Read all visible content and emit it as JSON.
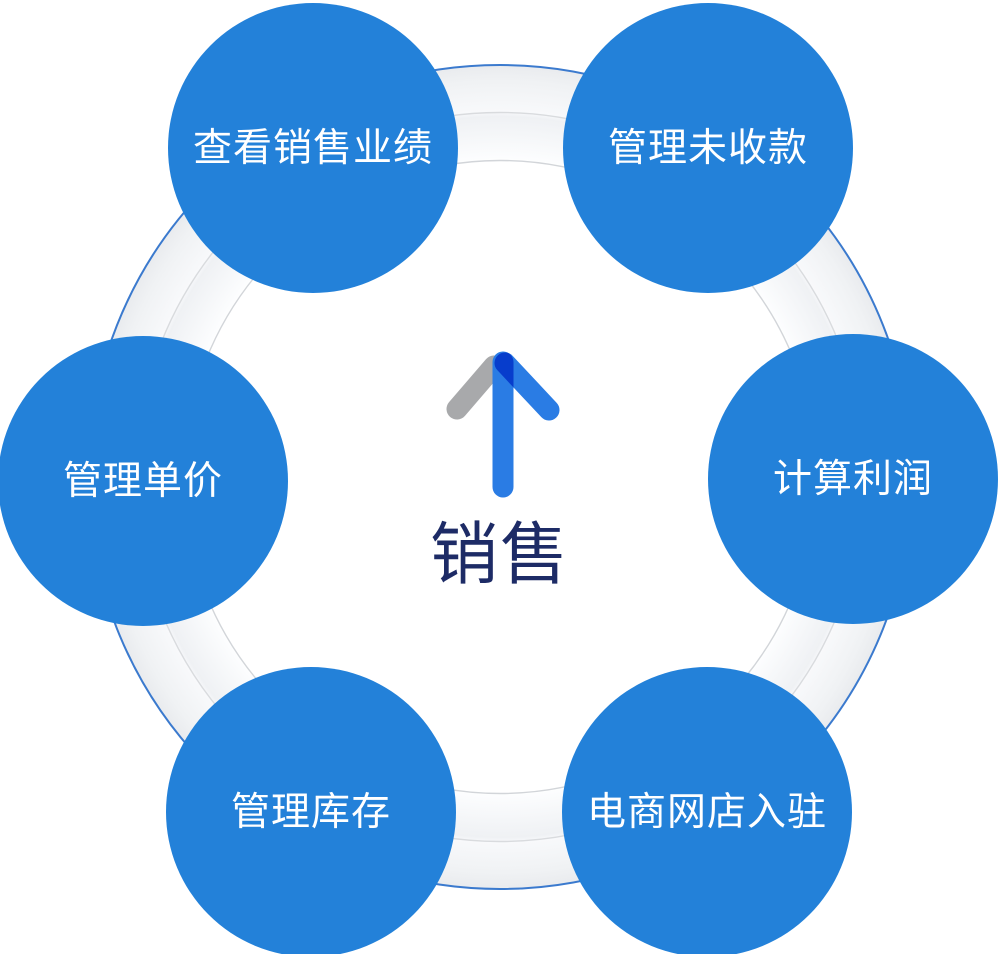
{
  "diagram": {
    "center": {
      "label": "销售",
      "icon": "arrow-up-icon"
    },
    "nodes": [
      {
        "position": "top-left",
        "label": "查看销售业绩"
      },
      {
        "position": "top-right",
        "label": "管理未收款"
      },
      {
        "position": "right",
        "label": "计算利润"
      },
      {
        "position": "bottom-right",
        "label": "电商网店入驻"
      },
      {
        "position": "bottom-left",
        "label": "管理库存"
      },
      {
        "position": "left",
        "label": "管理单价"
      }
    ],
    "colors": {
      "node_fill": "#2381d9",
      "node_text": "#ffffff",
      "center_text": "#1d2b66",
      "ring_outline": "#3b7ace",
      "ring_band": "#e9ebee",
      "arrow_blue": "#2a7ce4",
      "arrow_gray": "#a8a9ab"
    }
  }
}
